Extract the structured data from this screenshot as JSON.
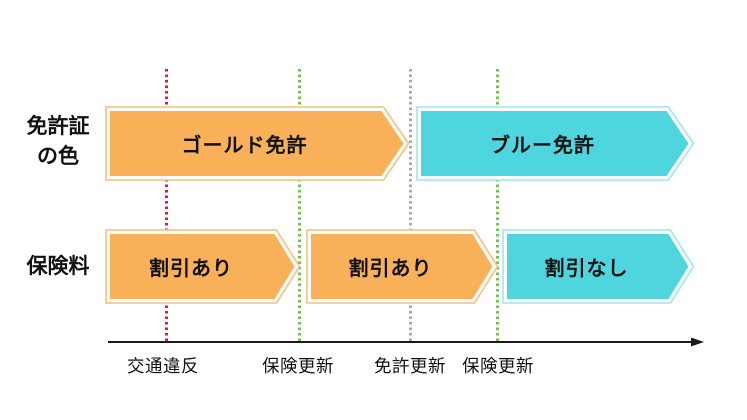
{
  "colors": {
    "gold_fill": "#F8B158",
    "gold_border": "#F9BE7C",
    "cyan_fill": "#4FD5DE",
    "cyan_border": "#9CE7EC",
    "red_line": "#E51A23",
    "green_line": "#6FC24B",
    "gray_line": "#A9A9A9",
    "ink": "#111111"
  },
  "row_labels": {
    "license_color_line1": "免許証",
    "license_color_line2": "の色",
    "premium": "保険料"
  },
  "license_row": {
    "gold_label": "ゴールド免許",
    "blue_label": "ブルー免許"
  },
  "premium_row": {
    "segment1_label": "割引あり",
    "segment2_label": "割引あり",
    "segment3_label": "割引なし"
  },
  "timeline_events": [
    {
      "label": "交通違反",
      "line_color": "red"
    },
    {
      "label": "保険更新",
      "line_color": "green"
    },
    {
      "label": "免許更新",
      "line_color": "gray"
    },
    {
      "label": "保険更新",
      "line_color": "green"
    }
  ]
}
